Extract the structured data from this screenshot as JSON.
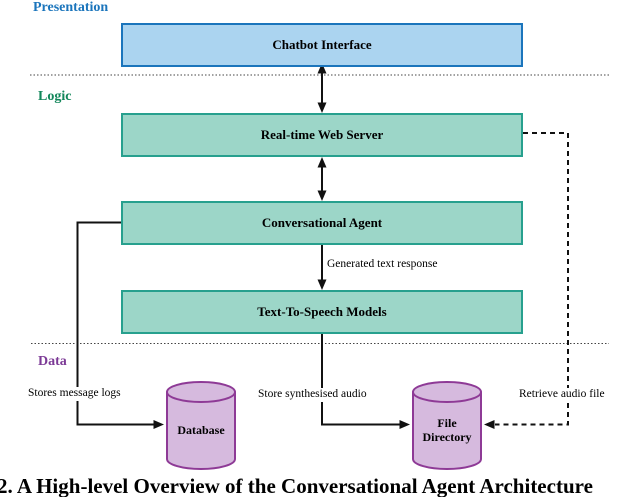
{
  "diagram": {
    "sections": {
      "presentation": {
        "label": "Presentation",
        "color": "#1B75BC"
      },
      "logic": {
        "label": "Logic",
        "color": "#12865A"
      },
      "data": {
        "label": "Data",
        "color": "#7C3A96"
      }
    },
    "nodes": {
      "chatbot_interface": {
        "label": "Chatbot Interface",
        "fill": "#ABD4F0",
        "border": "#1B75BC"
      },
      "web_server": {
        "label": "Real-time Web Server",
        "fill": "#9CD6C8",
        "border": "#27A08E"
      },
      "conversational_agent": {
        "label": "Conversational Agent",
        "fill": "#9CD6C8",
        "border": "#27A08E"
      },
      "tts_models": {
        "label": "Text-To-Speech Models",
        "fill": "#9CD6C8",
        "border": "#27A08E"
      }
    },
    "datastores": {
      "database": {
        "label": "Database",
        "fill": "#D6BADE",
        "border": "#8E3A96"
      },
      "file_directory": {
        "label": "File Directory",
        "fill": "#D6BADE",
        "border": "#8E3A96"
      }
    },
    "edge_labels": {
      "generated_text_response": "Generated text response",
      "stores_message_logs": "Stores message logs",
      "store_synthesised_audio": "Store synthesised audio",
      "retrieve_audio_file": "Retrieve audio file"
    },
    "caption": "2. A High-level Overview of the Conversational Agent Architecture"
  }
}
